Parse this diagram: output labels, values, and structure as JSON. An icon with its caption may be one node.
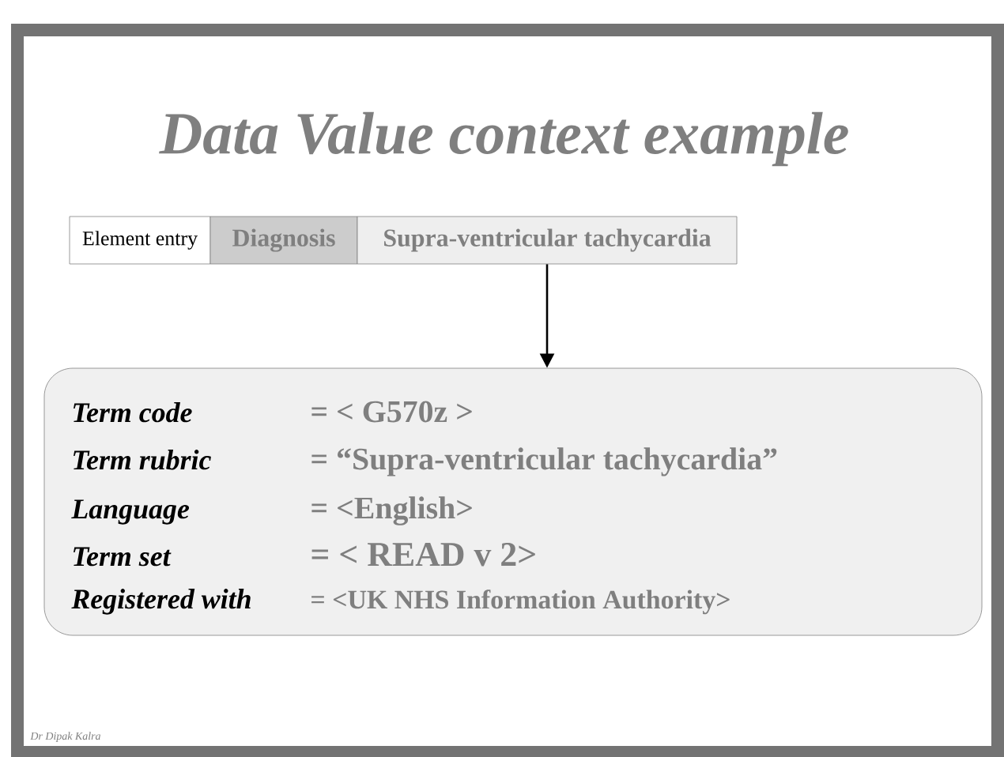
{
  "diagram": {
    "title": "Data Value context example",
    "nodes": [
      {
        "text": [
          "Element entry"
        ]
      },
      {
        "text": [
          "Diagnosis"
        ]
      },
      {
        "text": [
          "Supra-ventricular tachycardia"
        ]
      },
      {
        "text": [
          "Term code",
          "= < G570z >",
          "Term rubric",
          "= “Supra-ventricular tachycardia”",
          "Language",
          "= <English>",
          "Term set",
          "= < READ v 2>",
          "Registered with",
          "= <UK NHS Information Authority>"
        ]
      }
    ],
    "edges": [
      {
        "from": 2,
        "to": 3,
        "arrow": "to"
      }
    ],
    "labels": [
      "Dr Dipak Kalra"
    ]
  }
}
